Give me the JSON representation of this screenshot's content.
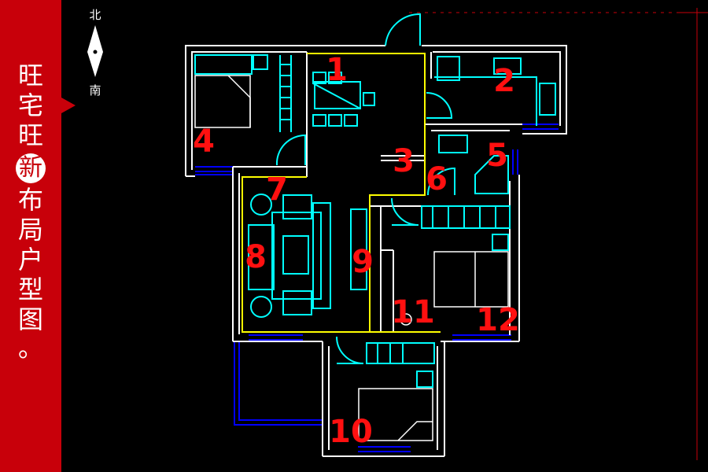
{
  "banner": {
    "chars": [
      "旺",
      "宅",
      "旺",
      "新",
      "布",
      "局",
      "户",
      "型",
      "图",
      "。"
    ],
    "highlight_index": 3,
    "color": "#c8000a"
  },
  "compass": {
    "north": "北",
    "south": "南"
  },
  "rooms": [
    {
      "label": "1"
    },
    {
      "label": "2"
    },
    {
      "label": "3"
    },
    {
      "label": "4"
    },
    {
      "label": "5"
    },
    {
      "label": "6"
    },
    {
      "label": "7"
    },
    {
      "label": "8"
    },
    {
      "label": "9"
    },
    {
      "label": "10"
    },
    {
      "label": "11"
    },
    {
      "label": "12"
    }
  ],
  "colors": {
    "wall": "#ffffff",
    "furniture": "#00ffff",
    "zone": "#ffff00",
    "window": "#0000ff",
    "label": "#ff1010",
    "background": "#000000"
  }
}
